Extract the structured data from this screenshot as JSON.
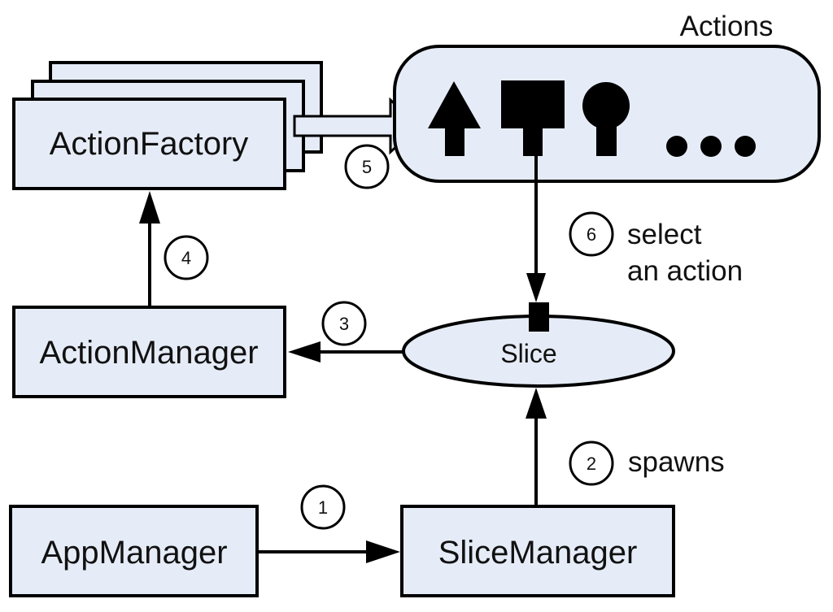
{
  "diagram": {
    "nodes": {
      "action_factory": "ActionFactory",
      "action_manager": "ActionManager",
      "app_manager": "AppManager",
      "slice_manager": "SliceManager",
      "slice": "Slice",
      "actions": "Actions"
    },
    "action_icons": [
      "arrow-up-icon",
      "square-plug-icon",
      "keyhole-icon",
      "ellipsis-icon"
    ],
    "steps": [
      {
        "num": "1",
        "label": ""
      },
      {
        "num": "2",
        "label": "spawns"
      },
      {
        "num": "3",
        "label": ""
      },
      {
        "num": "4",
        "label": ""
      },
      {
        "num": "5",
        "label": ""
      },
      {
        "num": "6",
        "label_line1": "select",
        "label_line2": "an action"
      }
    ],
    "colors": {
      "node_fill": "#e6ecf7",
      "stroke": "#000000"
    }
  }
}
